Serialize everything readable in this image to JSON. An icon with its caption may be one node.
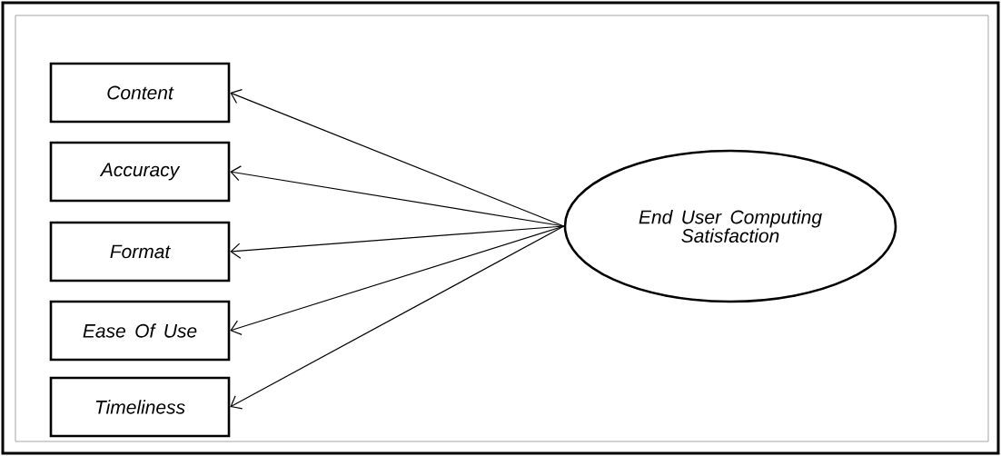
{
  "diagram": {
    "nodes": [
      {
        "text": [
          "Content"
        ]
      },
      {
        "text": [
          "Accuracy"
        ]
      },
      {
        "text": [
          "Format"
        ]
      },
      {
        "text": [
          "Ease Of Use"
        ]
      },
      {
        "text": [
          "Timeliness"
        ]
      },
      {
        "text": [
          "End User Computing Satisfaction"
        ]
      }
    ],
    "edges": [
      {
        "from": 5,
        "to": 0,
        "arrow": "to"
      },
      {
        "from": 5,
        "to": 1,
        "arrow": "to"
      },
      {
        "from": 5,
        "to": 2,
        "arrow": "to"
      },
      {
        "from": 5,
        "to": 3,
        "arrow": "to"
      },
      {
        "from": 5,
        "to": 4,
        "arrow": "to"
      }
    ]
  }
}
